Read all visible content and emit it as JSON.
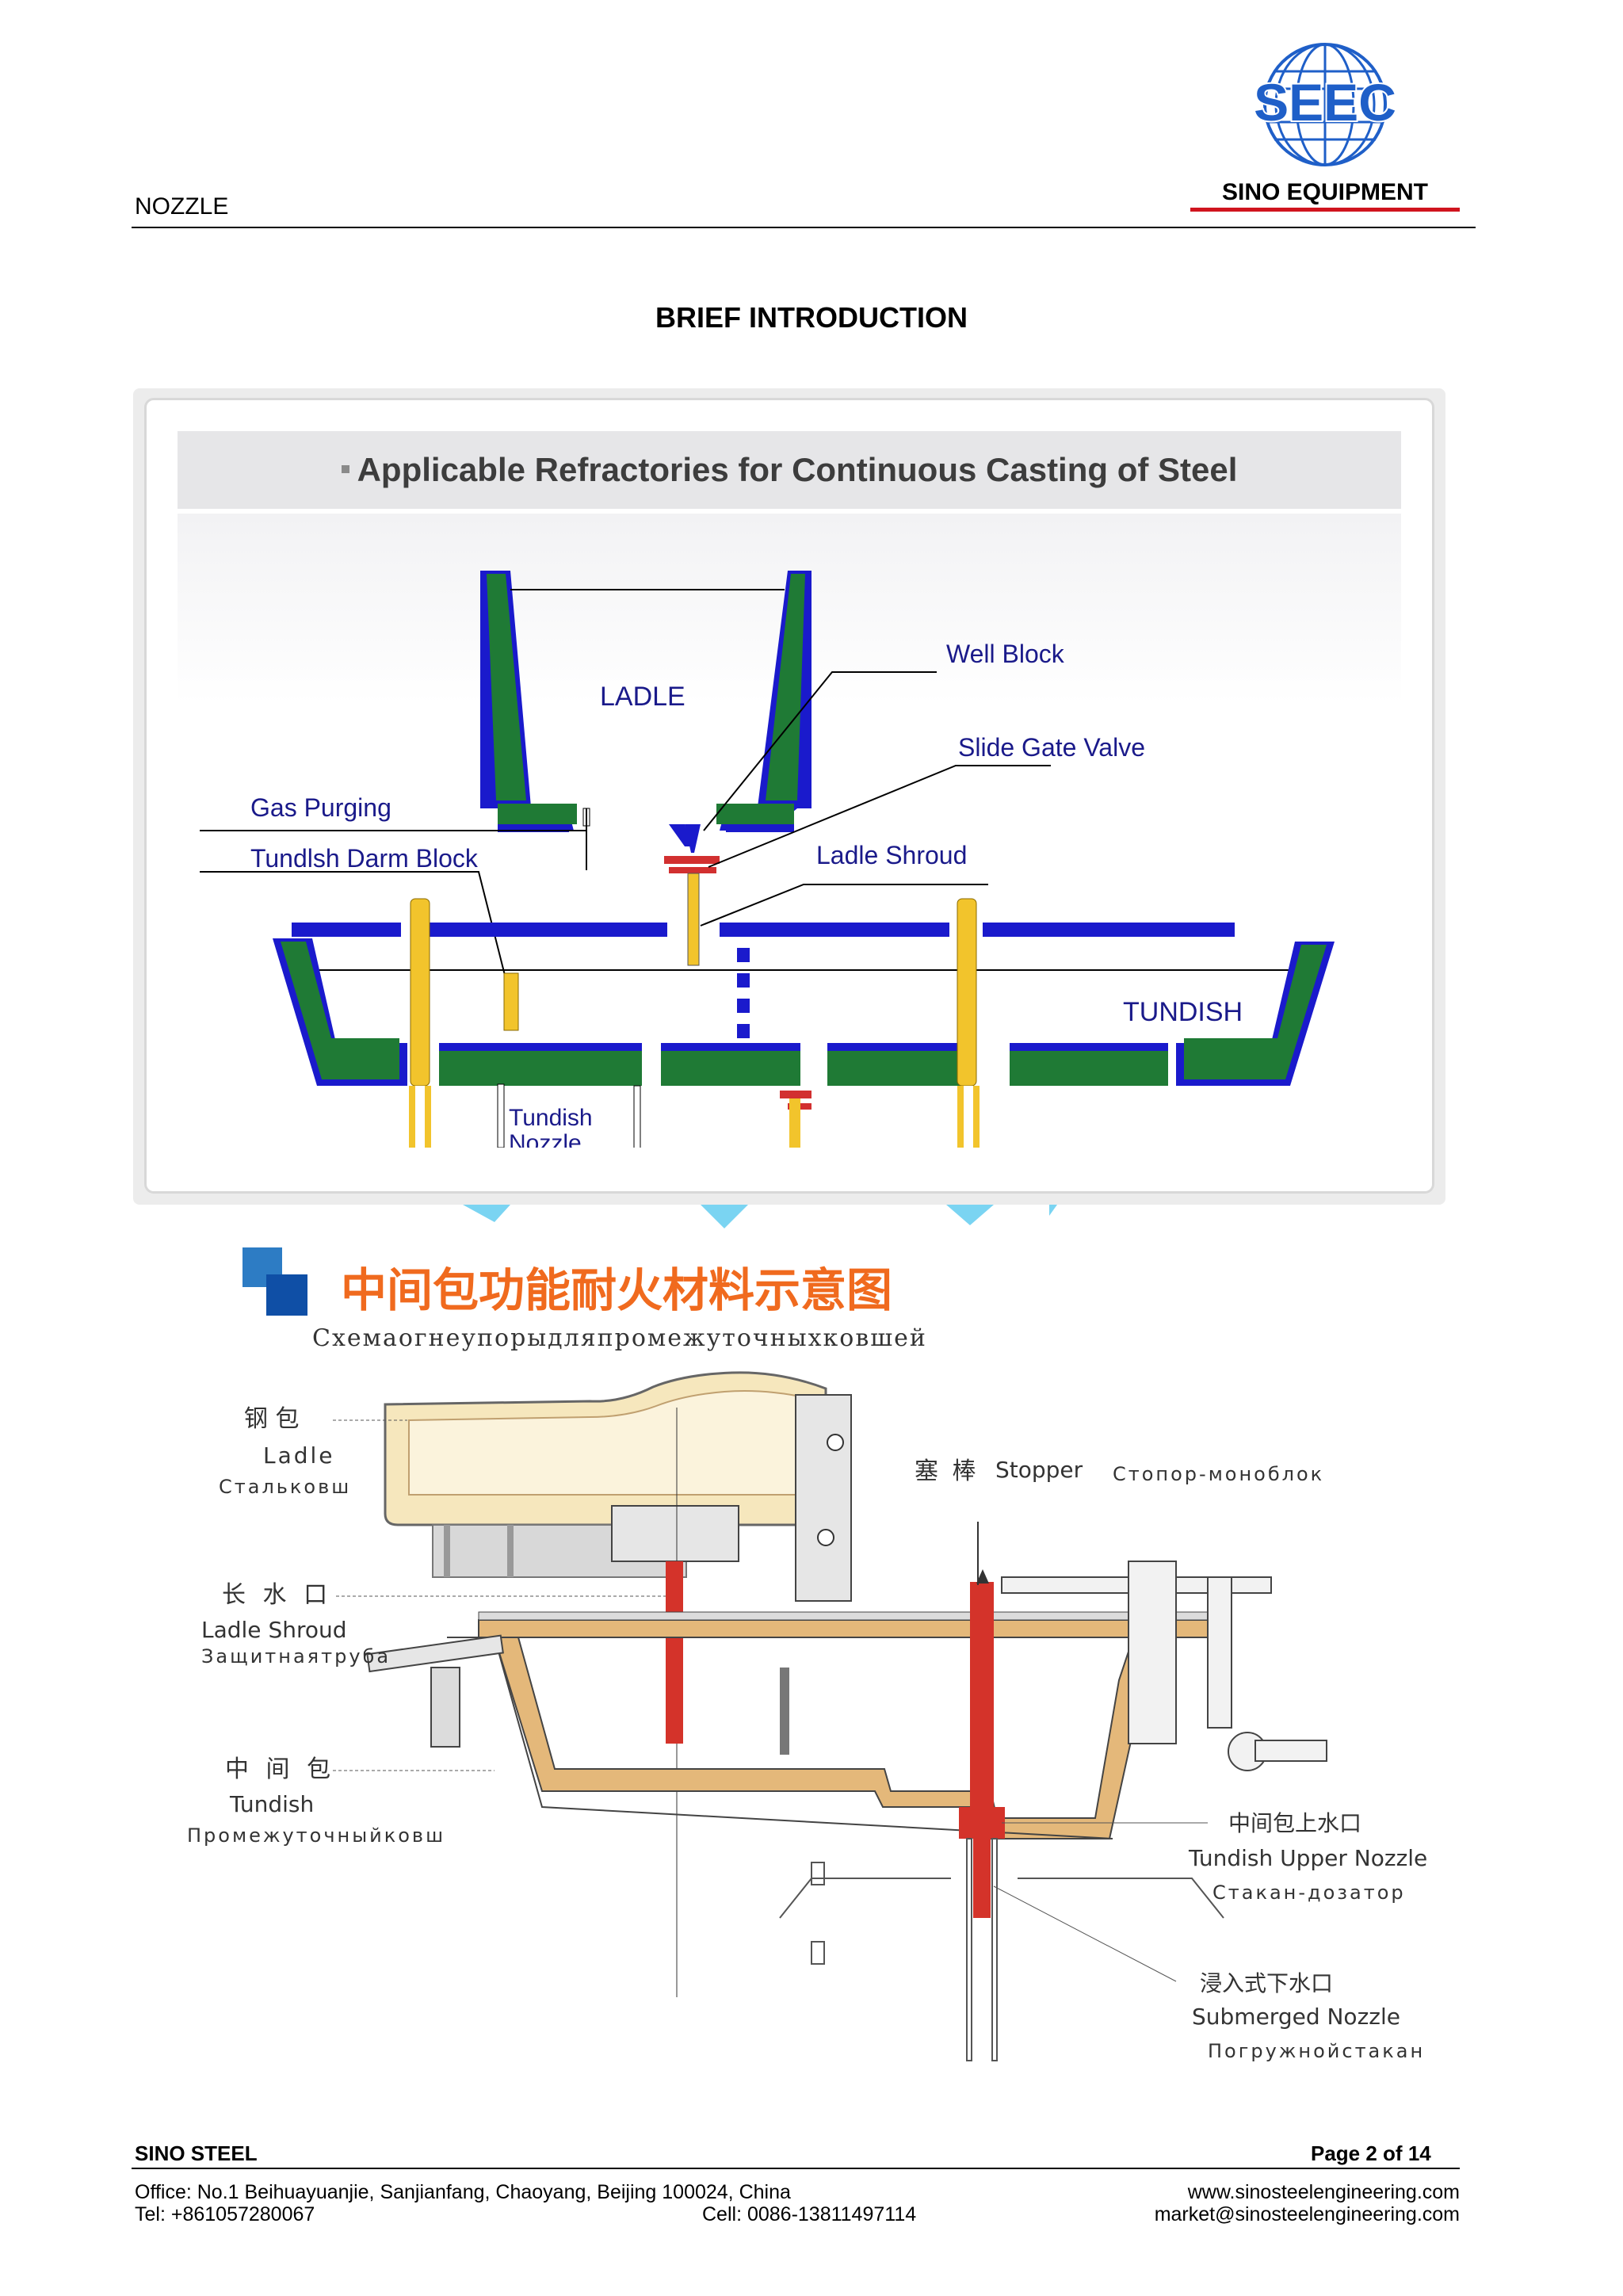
{
  "header": {
    "doc_title": "NOZZLE",
    "logo_text": "SEEC",
    "logo_caption": "SINO EQUIPMENT"
  },
  "section_title": "BRIEF INTRODUCTION",
  "figure1": {
    "title": "Applicable Refractories for Continuous Casting of Steel",
    "labels": {
      "ladle": "LADLE",
      "well_block": "Well Block",
      "slide_gate_valve": "Slide Gate Valve",
      "gas_purging": "Gas Purging",
      "tundish_dam_block": "Tundlsh Darm Block",
      "ladle_shroud": "Ladle Shroud",
      "tundish": "TUNDISH",
      "tundish_nozzle": "Tundish",
      "tundish_nozzle_cut": "Nozzle"
    }
  },
  "figure2": {
    "title_cn": "中间包功能耐火材料示意图",
    "title_ru": "Схемаогнеупорыдляпромежуточныхковшей",
    "labels": {
      "ladle_cn": "钢 包",
      "ladle_en": "Ladle",
      "ladle_ru": "Стальковш",
      "stopper_cn": "塞 棒",
      "stopper_en": "Stopper",
      "stopper_ru": "Стопор-моноблок",
      "shroud_cn": "长 水 口",
      "shroud_en": "Ladle Shroud",
      "shroud_ru": "Защитнаятруба",
      "tundish_cn": "中 间 包",
      "tundish_en": "Tundish",
      "tundish_ru": "Промежуточныйковш",
      "upper_nozzle_cn": "中间包上水口",
      "upper_nozzle_en": "Tundish Upper Nozzle",
      "upper_nozzle_ru": "Стакан-дозатор",
      "submerged_cn": "浸入式下水口",
      "submerged_en": "Submerged Nozzle",
      "submerged_ru": "Погружнойстакан"
    }
  },
  "footer": {
    "company": "SINO STEEL",
    "page": "Page 2 of 14",
    "office": "Office: No.1 Beihuayuanjie, Sanjianfang, Chaoyang, Beijing 100024, China",
    "tel": "Tel: +861057280067",
    "cell": "Cell: 0086-13811497114",
    "website": "www.sinosteelengineering.com",
    "email": "market@sinosteelengineering.com"
  },
  "colors": {
    "refractory_green": "#1f7a35",
    "steel_blue": "#1a1acc",
    "nozzle_yellow": "#f2c42c",
    "slide_gate_red": "#d23030",
    "logo_blue": "#1f5fc8",
    "logo_red": "#d0141e",
    "fig2_title_orange": "#f06a1e",
    "fig2_red": "#d4332a",
    "fig2_refractory": "#e4b87a"
  }
}
